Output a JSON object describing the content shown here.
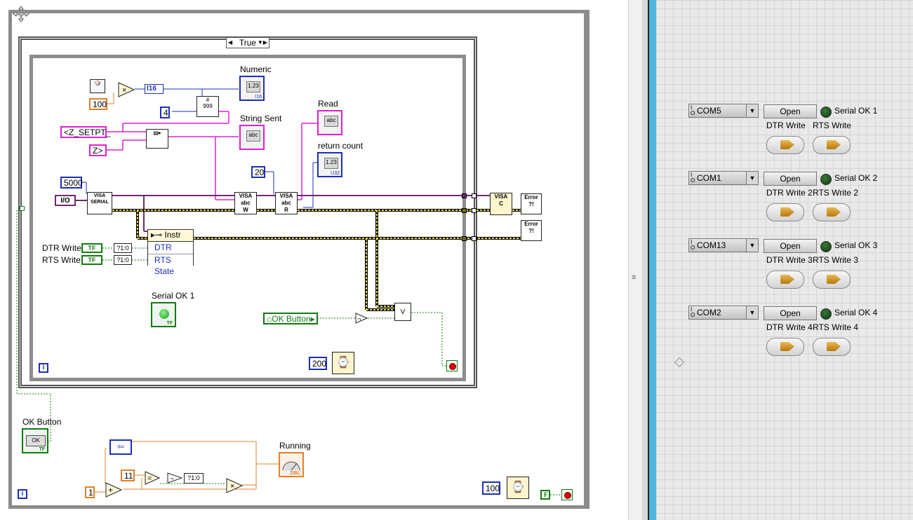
{
  "block_diagram": {
    "case_selector": "True",
    "loop_index_outer": "i",
    "loop_index_inner": "i",
    "constants": {
      "c100": "100",
      "c4": "4",
      "str_setpt": "<Z_SETPT_",
      "str_z": "Z>",
      "c5000": "5000",
      "io": "I/O",
      "c20": "20",
      "c200": "200",
      "c1": "1",
      "c11": "11",
      "c100b": "100",
      "bool_f": "F"
    },
    "conversion": "I16",
    "indicators": {
      "numeric": "Numeric",
      "string_sent": "String Sent",
      "read": "Read",
      "return_count": "return count",
      "serial_ok": "Serial OK 1",
      "running": "Running",
      "ok_button_ctrl": "OK Button"
    },
    "property_node": {
      "title": "Instr",
      "dtr_state": "DTR State",
      "rts_state": "RTS State"
    },
    "controls": {
      "dtr_write": "DTR Write",
      "rts_write": "RTS Write",
      "ok_button_ref": "OK Button"
    },
    "nodes": {
      "visa_serial": "VISA SERIAL",
      "visa_write": "VISA",
      "visa_read": "VISA",
      "visa_close": "VISA",
      "error1": "Error ?!",
      "error2": "Error ?!",
      "tf": "TF",
      "ok_label": "OK",
      "dbl": "DBL",
      "u32": "U32",
      "i16": "I16",
      "abc": "abc",
      "n123": "1.23",
      "to_bool": "?1:0",
      "or": "V"
    }
  },
  "front_panel": {
    "rows": [
      {
        "com": "COM5",
        "open": "Open",
        "led": "Serial OK 1",
        "dtr": "DTR Write",
        "rts": "RTS Write"
      },
      {
        "com": "COM1",
        "open": "Open",
        "led": "Serial OK 2",
        "dtr": "DTR Write 2",
        "rts": "RTS Write 2"
      },
      {
        "com": "COM13",
        "open": "Open",
        "led": "Serial OK 3",
        "dtr": "DTR Write 3",
        "rts": "RTS Write 3"
      },
      {
        "com": "COM2",
        "open": "Open",
        "led": "Serial OK 4",
        "dtr": "DTR Write 4",
        "rts": "RTS Write 4"
      }
    ],
    "io_prefix": "I/O"
  },
  "colors": {
    "int_wire": "#1d2fb5",
    "dbl_wire": "#e0812a",
    "str_wire": "#e020d0",
    "bool_wire": "#117a11",
    "visa_wire": "#6f2a6f",
    "err_wire": "#b5a000",
    "panel_bg": "#e9e9e9",
    "blue_bar": "#4cb6de"
  }
}
